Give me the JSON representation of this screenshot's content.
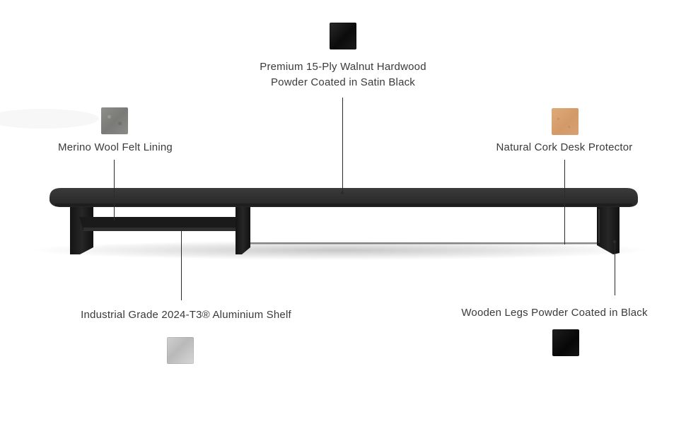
{
  "callouts": {
    "walnut": {
      "line1": "Premium 15-Ply Walnut Hardwood",
      "line2": "Powder Coated in Satin Black",
      "swatch_color": "#111111"
    },
    "felt": {
      "label": "Merino Wool Felt Lining",
      "swatch_color": "#818180"
    },
    "cork": {
      "label": "Natural Cork Desk Protector",
      "swatch_color": "#d8a172"
    },
    "aluminium": {
      "label": "Industrial Grade 2024-T3® Aluminium Shelf",
      "swatch_color": "#c4c4c4"
    },
    "legs": {
      "label": "Wooden Legs Powder Coated in Black",
      "swatch_color": "#0d0d0d"
    }
  }
}
